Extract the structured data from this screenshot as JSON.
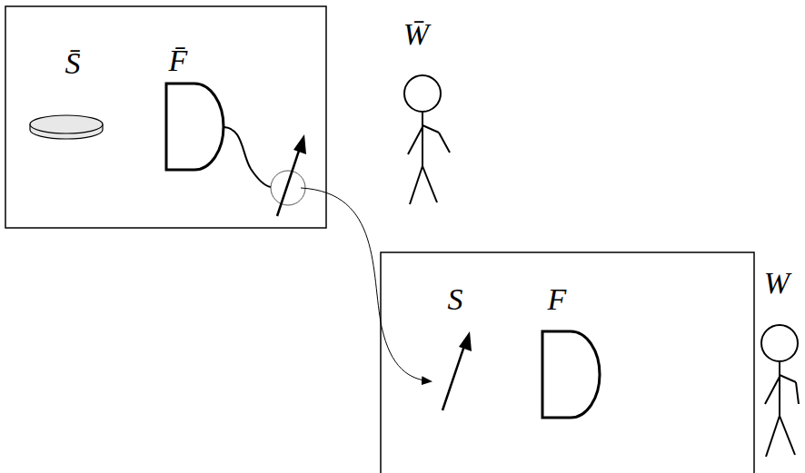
{
  "diagram": {
    "labels": [
      "S̄",
      "F̄",
      "W̄",
      "S",
      "F",
      "W"
    ]
  }
}
